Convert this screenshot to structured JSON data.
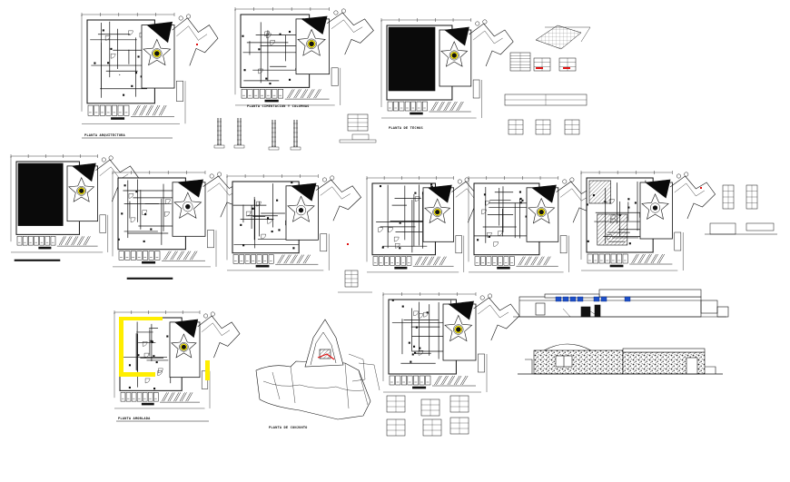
{
  "captions": {
    "planta_arquitectura": "PLANTA ARQUITECTURA",
    "planta_cimentacion_columnas": "PLANTA CIMENTACION Y COLUMNAS",
    "planta_techos": "PLANTA DE TECHOS",
    "planta_mobiliario": "PLANTA AMOBLADA",
    "planta_de_conjunto": "PLANTA DE CONJUNTO"
  },
  "colors": {
    "ink": "#111111",
    "solid_fill": "#0a0a0a",
    "highlight_yellow": "#ffee00",
    "accent_red": "#e01010",
    "window_blue": "#1e50c8"
  }
}
